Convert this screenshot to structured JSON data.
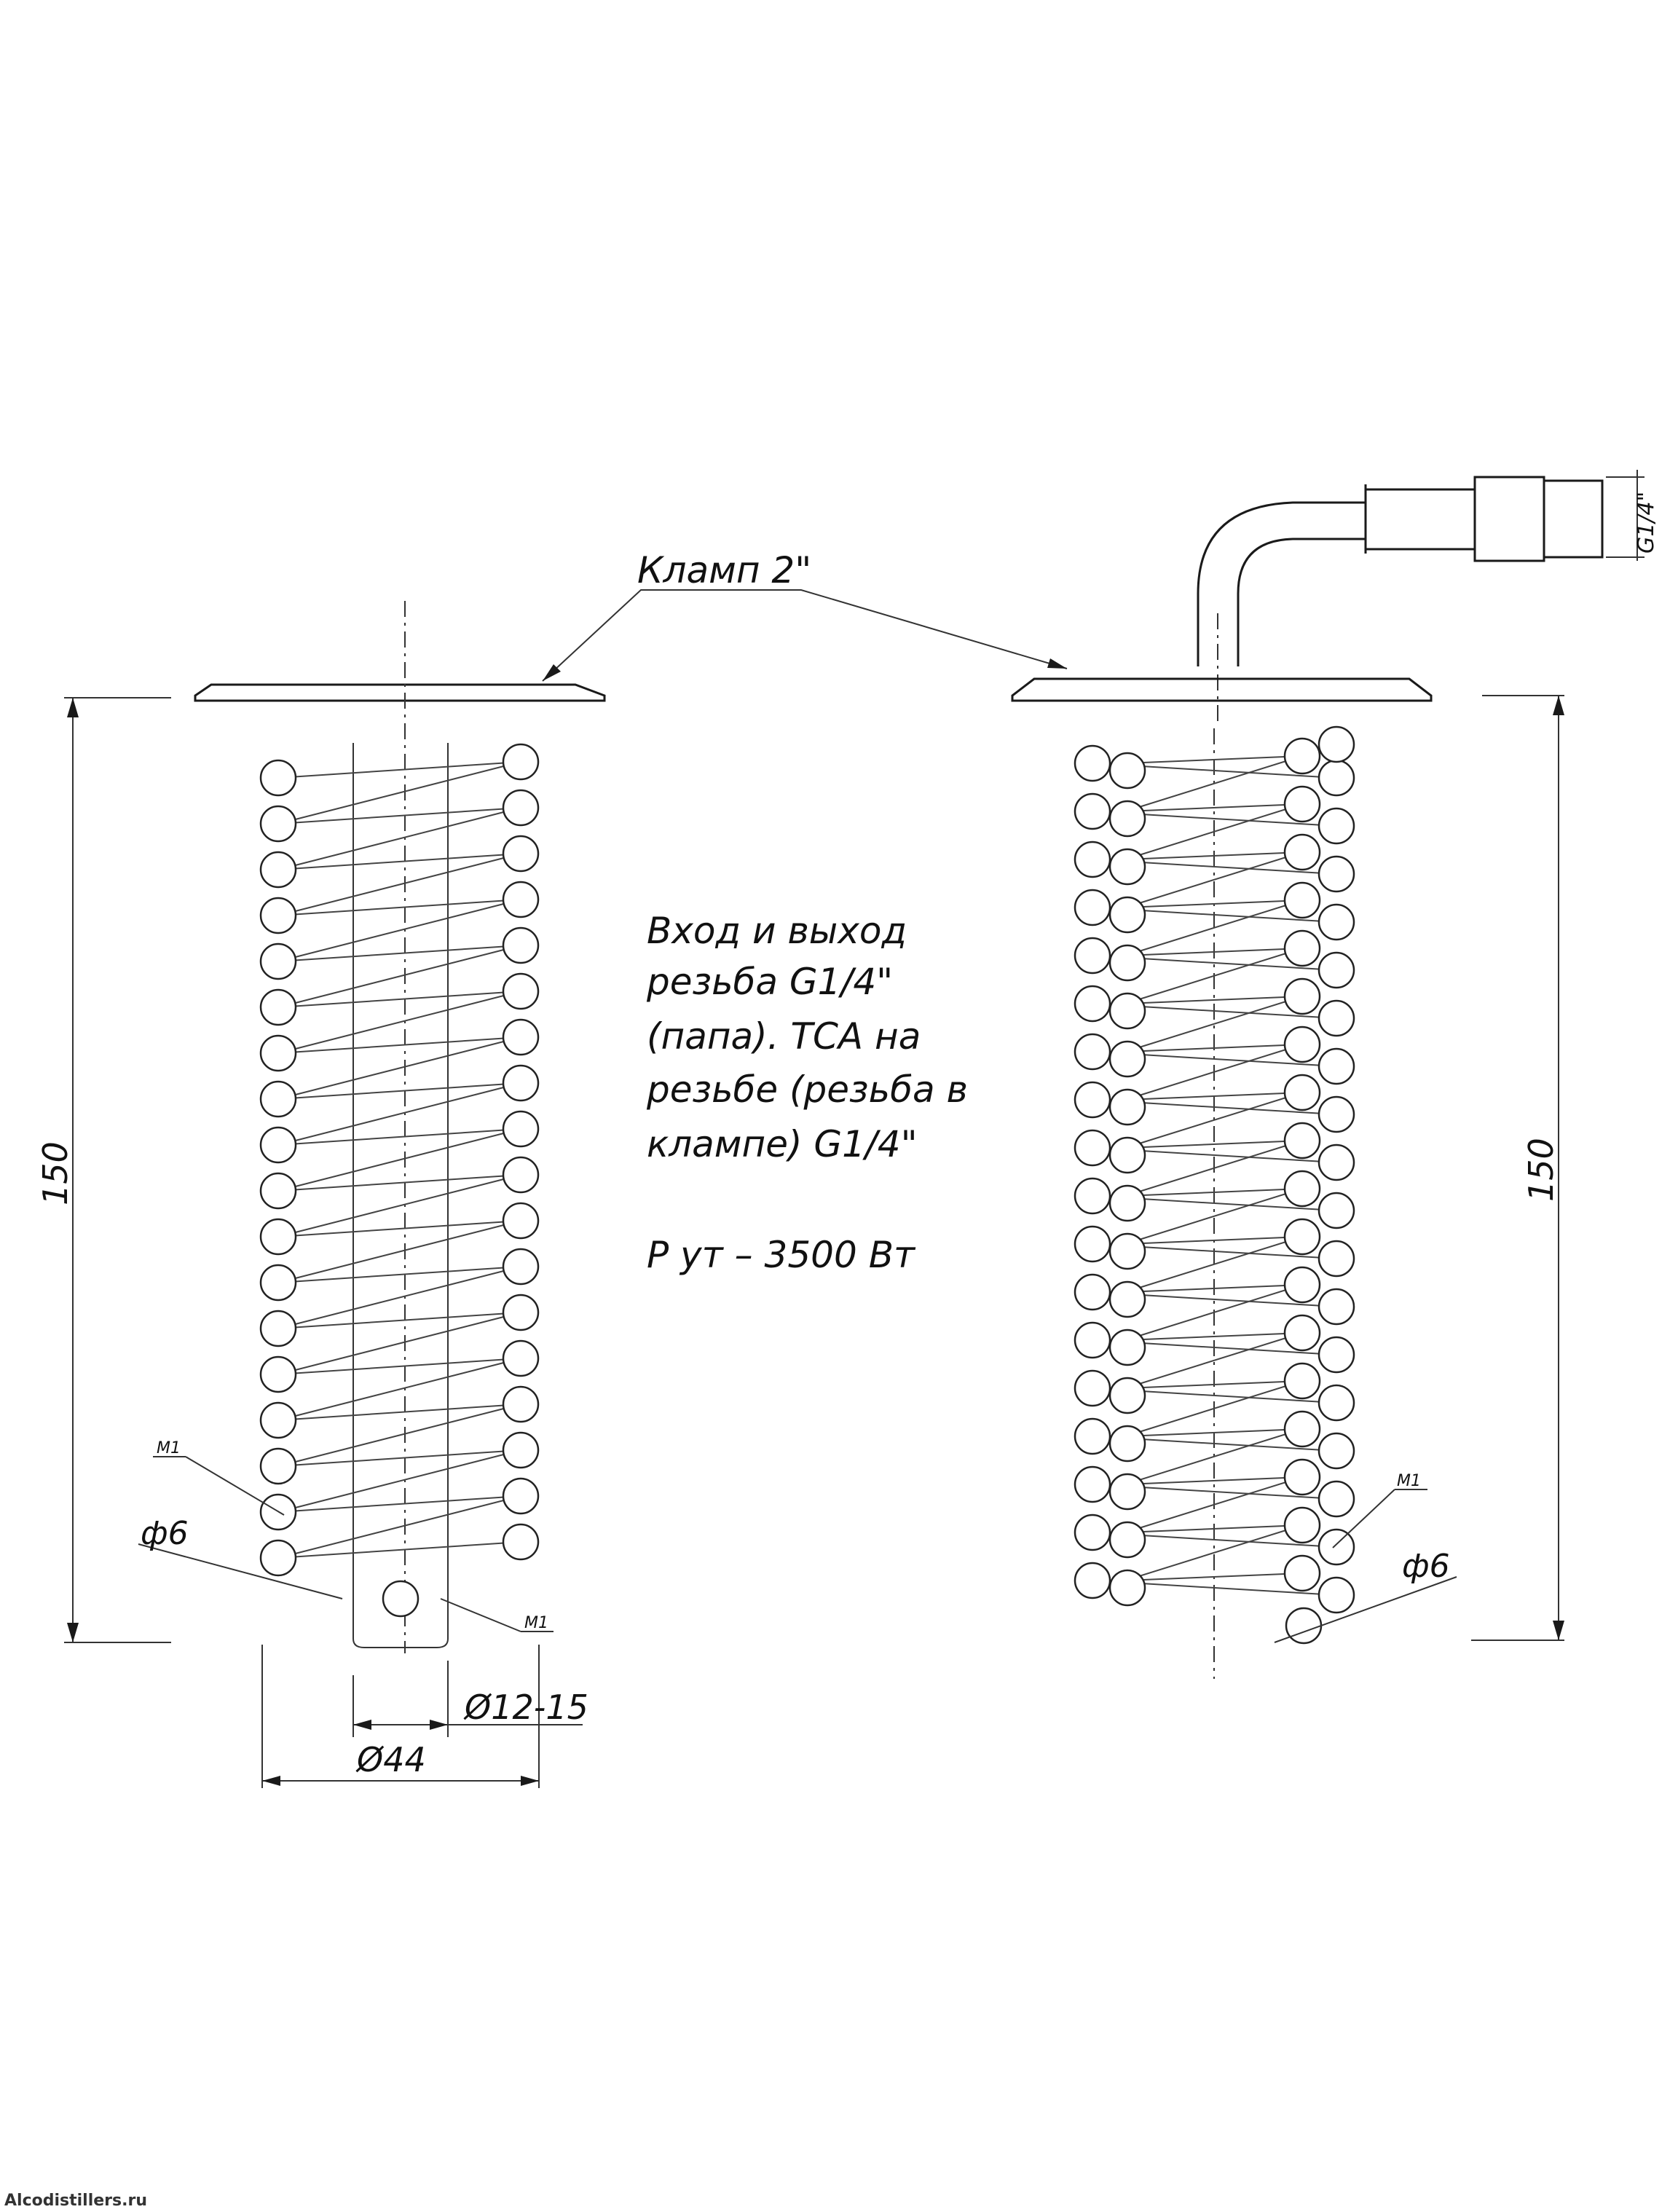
{
  "labels": {
    "clamp": "Кламп 2\"",
    "height_left": "150",
    "height_right": "150",
    "dia_inner": "Ø12-15",
    "dia_outer": "Ø44",
    "m1_left_top": "M1",
    "m1_left_bottom": "M1",
    "m1_right": "M1",
    "phi6_left": "ф6",
    "phi6_right": "ф6",
    "thread_right": "G1/4\""
  },
  "note": {
    "lines": [
      "Вход и выход",
      "резьба G1/4\"",
      "(папа). ТСА на",
      "резьбе (резьба в",
      "клампе) G1/4\"",
      "",
      "Р ут – 3500 Вт"
    ]
  },
  "watermark": "Alcodistillers.ru",
  "colors": {
    "line": "#1a1a1a",
    "background": "#ffffff"
  }
}
